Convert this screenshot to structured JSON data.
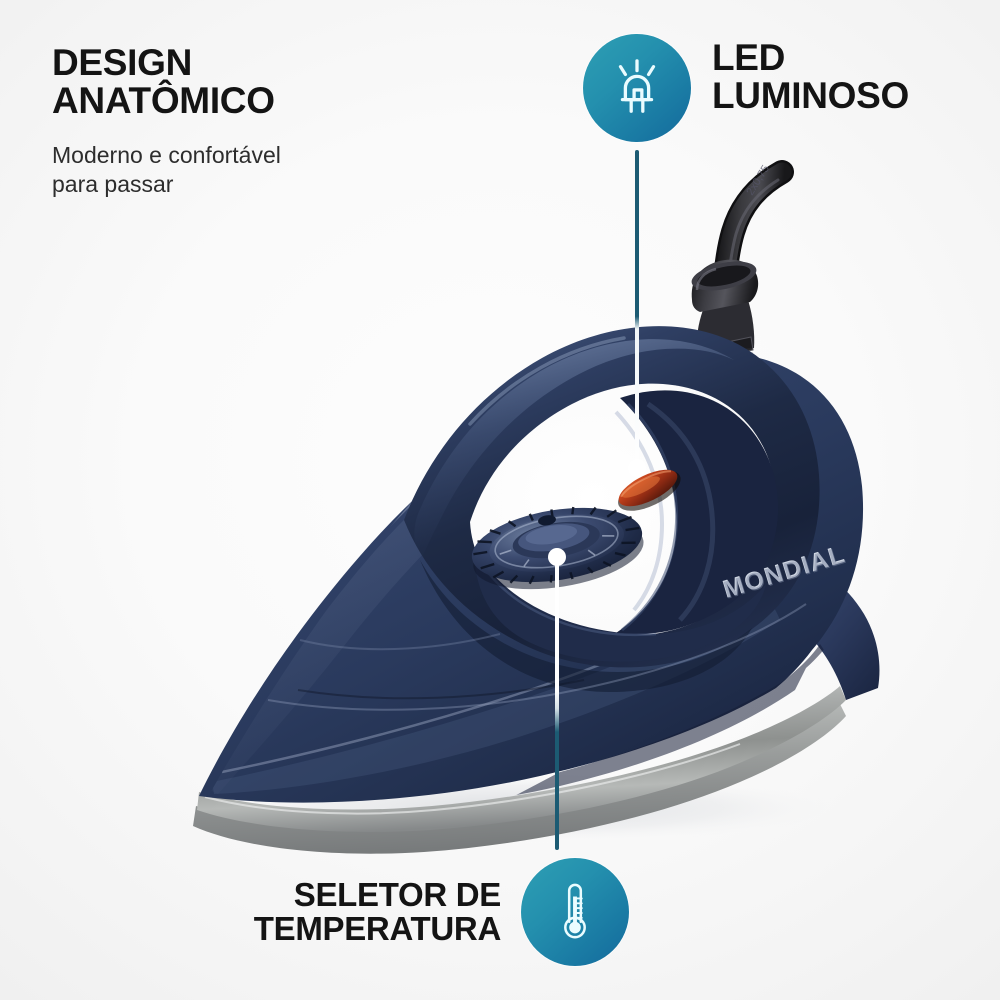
{
  "page": {
    "kind": "product-feature-infographic",
    "product_brand": "MONDIAL",
    "background_color": "#f6f6f6"
  },
  "theme": {
    "badge_color_light": "#2e9fb4",
    "badge_color_dark": "#14699c",
    "callout_line_color": "#1c5b73",
    "callout_line_color_on_product": "#ffffff",
    "title_color": "#141414",
    "subtitle_color": "#2d2d2d",
    "product_body_color": "#28375c",
    "product_body_shadow": "#161f33",
    "soleplate_color": "#b9bcbe",
    "cord_color": "#2b2b2d",
    "led_indicator_color": "#c9421f"
  },
  "features": [
    {
      "id": "design-anatomico",
      "title": "DESIGN\nANATÔMICO",
      "subtitle": "Moderno e confortável\npara passar",
      "has_badge": false,
      "has_callout": false
    },
    {
      "id": "led-luminoso",
      "title": "LED\nLUMINOSO",
      "subtitle": "",
      "has_badge": true,
      "icon": "led-bulb-icon",
      "has_callout": true,
      "callout_target": "led indicator lamp on iron handle"
    },
    {
      "id": "seletor-de-temperatura",
      "title": "SELETOR DE\nTEMPERATURA",
      "subtitle": "",
      "has_badge": true,
      "icon": "thermometer-icon",
      "has_callout": true,
      "callout_target": "temperature dial knob on iron"
    }
  ],
  "product": {
    "brand_label": "MONDIAL",
    "parts": [
      "handle-loop",
      "body-shell",
      "temperature-dial",
      "led-indicator",
      "power-cord",
      "cord-strain-relief",
      "soleplate"
    ]
  }
}
